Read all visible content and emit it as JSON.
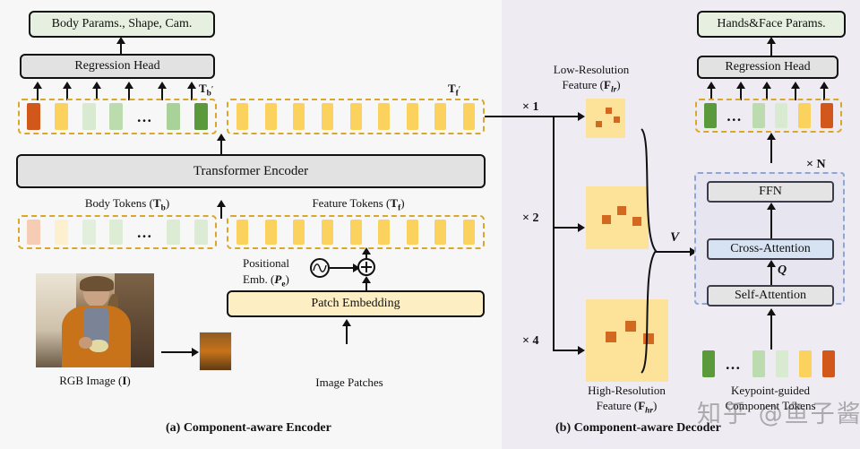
{
  "figure": {
    "panel_a_caption": "(a) Component-aware Encoder",
    "panel_b_caption": "(b) Component-aware Decoder",
    "watermark": "知乎 @鱼子酱"
  },
  "colors": {
    "token_dark_orange": "#d2571a",
    "token_yellow": "#fbd25e",
    "token_pale_green": "#d8ead0",
    "token_light_green": "#bcdcb0",
    "token_mid_green": "#a9d29b",
    "token_dark_green": "#5a9a3c",
    "feature_map_fill": "#fde29a",
    "feature_dot": "#d2691e",
    "dashed_border": "#d9a72a",
    "decoder_dash_border": "#8fa6d4",
    "green_box": "#e6efe0",
    "gray_box": "#e2e2e2",
    "yellow_box": "#fdeec4",
    "cross_attention_fill": "#d7e3f2",
    "panel_b_bg": "#eeecf2",
    "page_bg": "#f7f7f8"
  },
  "encoder": {
    "output_box": "Body Params., Shape, Cam.",
    "regression_head": "Regression Head",
    "transformer_encoder": "Transformer Encoder",
    "patch_embedding": "Patch Embedding",
    "body_tokens_label": "Body Tokens (",
    "body_tokens_symbol": "T",
    "body_tokens_sub": "b",
    "body_tokens_label_end": ")",
    "feature_tokens_label": "Feature Tokens (",
    "feature_tokens_symbol": "T",
    "feature_tokens_sub": "f",
    "feature_tokens_label_end": ")",
    "tb_prime_symbol": "T",
    "tb_prime_sub": "b",
    "tb_prime_mark": "′",
    "tf_prime_symbol": "T",
    "tf_prime_sub": "f",
    "tf_prime_mark": "′",
    "positional_line1": "Positional",
    "positional_line2": "Emb. (",
    "positional_symbol": "P",
    "positional_sub": "e",
    "positional_line2_end": ")",
    "rgb_image_label": "RGB Image (",
    "rgb_image_symbol": "I",
    "rgb_image_label_end": ")",
    "image_patches_label": "Image Patches",
    "ellipsis": "...",
    "output_tokens": [
      {
        "color": "#d2571a"
      },
      {
        "color": "#fbd25e"
      },
      {
        "color": "#d8ead0"
      },
      {
        "color": "#bcdcb0"
      },
      {
        "color": "#a9d29b"
      },
      {
        "color": "#5a9a3c"
      }
    ],
    "input_tokens": [
      {
        "color": "#f6cdb4"
      },
      {
        "color": "#fdf0cf"
      },
      {
        "color": "#e2efdc"
      },
      {
        "color": "#dcecd5"
      },
      {
        "color": "#dbebd4"
      },
      {
        "color": "#dbebd4"
      }
    ],
    "feature_token_count": 9,
    "feature_token_color": "#fbd25e",
    "image_patch_count": 9
  },
  "decoder": {
    "output_box": "Hands&Face Params.",
    "regression_head": "Regression Head",
    "ffn": "FFN",
    "cross_attention": "Cross-Attention",
    "self_attention": "Self-Attention",
    "repeat_n": "× N",
    "scale_x1": "× 1",
    "scale_x2": "× 2",
    "scale_x4": "× 4",
    "v_symbol": "V",
    "q_symbol": "Q",
    "low_res_line1": "Low-Resolution",
    "low_res_line2": "Feature (",
    "low_res_symbol": "F",
    "low_res_sub": "lr",
    "low_res_line2_end": ")",
    "high_res_line1": "High-Resolution",
    "high_res_line2": "Feature (",
    "high_res_symbol": "F",
    "high_res_sub": "hr",
    "high_res_line2_end": ")",
    "keypoint_line1": "Keypoint-guided",
    "keypoint_line2": "Component Tokens",
    "ellipsis": "...",
    "output_tokens": [
      {
        "color": "#5a9a3c"
      },
      {
        "color": "#bcdcb0"
      },
      {
        "color": "#d8ead0"
      },
      {
        "color": "#fbd25e"
      },
      {
        "color": "#d2571a"
      }
    ],
    "input_tokens": [
      {
        "color": "#5a9a3c"
      },
      {
        "color": "#bcdcb0"
      },
      {
        "color": "#d8ead0"
      },
      {
        "color": "#fbd25e"
      },
      {
        "color": "#d2571a"
      }
    ]
  },
  "chart_data": {
    "type": "diagram",
    "title": "Component-aware Encoder-Decoder architecture",
    "nodes": [
      "RGB Image (I)",
      "Image Patches",
      "Patch Embedding",
      "Positional Emb. (Pe)",
      "Body Tokens (Tb)",
      "Feature Tokens (Tf)",
      "Transformer Encoder",
      "Tb'",
      "Tf'",
      "Regression Head",
      "Body Params., Shape, Cam.",
      "Low-Resolution Feature (Flr)",
      "x2 Feature",
      "High-Resolution Feature (Fhr)",
      "Self-Attention",
      "Cross-Attention",
      "FFN",
      "Keypoint-guided Component Tokens",
      "Regression Head",
      "Hands&Face Params."
    ],
    "scales": [
      "× 1",
      "× 2",
      "× 4"
    ],
    "repeat": "× N"
  }
}
